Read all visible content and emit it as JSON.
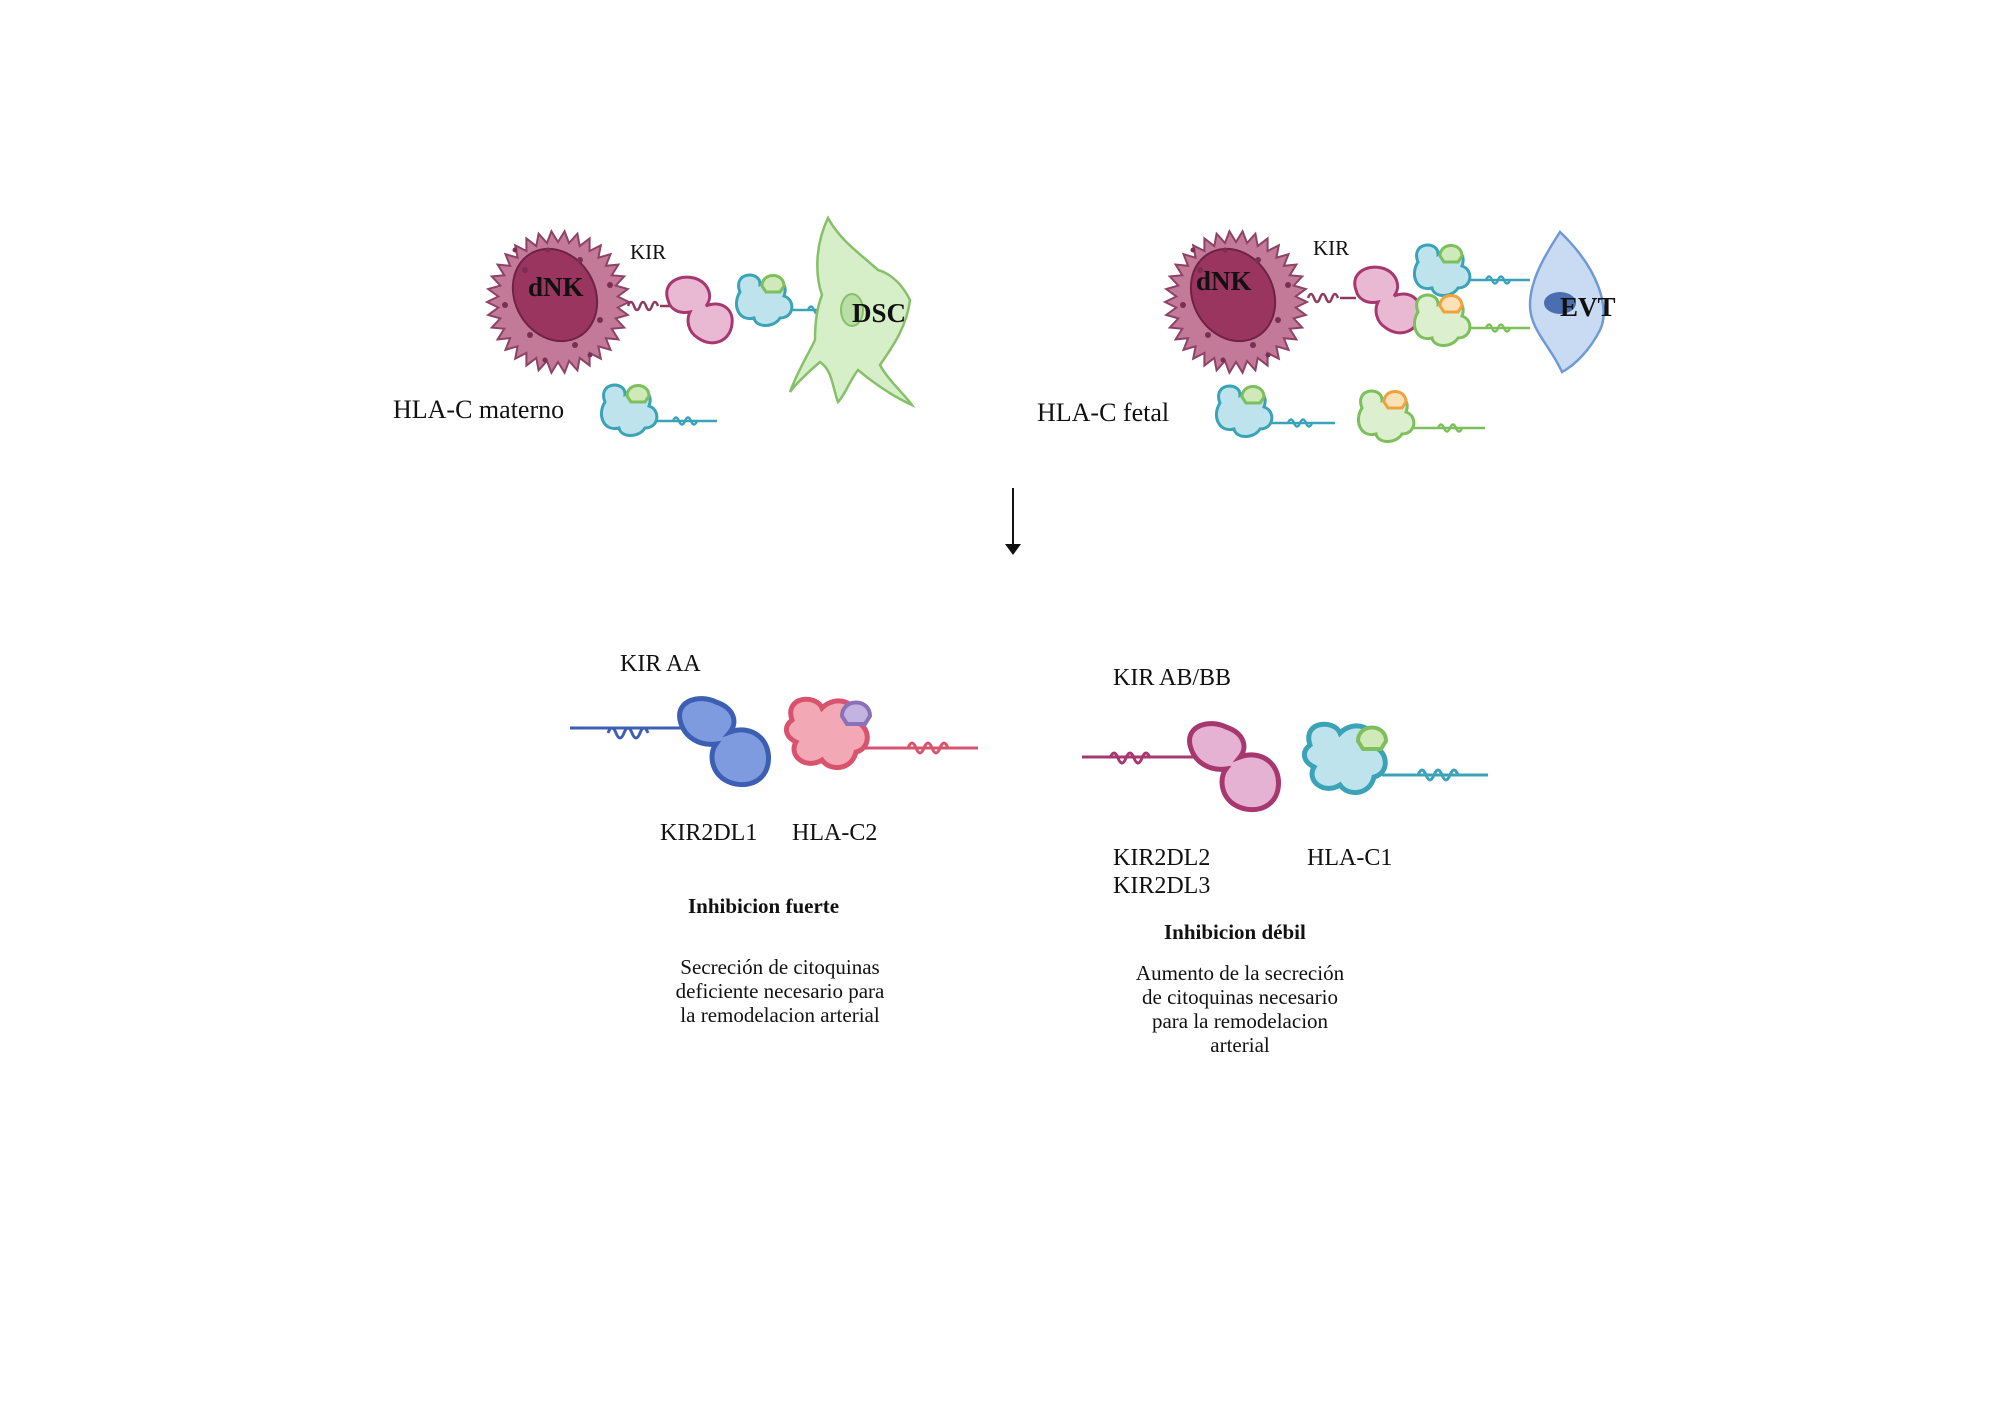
{
  "top": {
    "left_panel": {
      "cell_nk": "dNK",
      "receptor": "KIR",
      "cell_target": "DSC",
      "ligand_label": "HLA-C materno"
    },
    "right_panel": {
      "cell_nk": "dNK",
      "receptor": "KIR",
      "cell_target": "EVT",
      "ligand_label": "HLA-C fetal"
    }
  },
  "bottom": {
    "left": {
      "genotype": "KIR AA",
      "receptor": "KIR2DL1",
      "ligand": "HLA-C2",
      "outcome": "Inhibicion fuerte",
      "description": [
        "Secreción de citoquinas",
        "deficiente necesario para",
        "la remodelacion arterial"
      ]
    },
    "right": {
      "genotype": "KIR AB/BB",
      "receptor_lines": [
        "KIR2DL2",
        "KIR2DL3"
      ],
      "ligand": "HLA-C1",
      "outcome": "Inhibicion débil",
      "description": [
        "Aumento de la secreción",
        "de citoquinas  necesario",
        "para la remodelacion",
        "arterial"
      ]
    }
  },
  "colors": {
    "nk_cell": "#b0607e",
    "kir_magenta": "#a7386f",
    "hla_teal": "#3aa3b8",
    "hla_green": "#7cbf5c",
    "hla_orange": "#f0a23c",
    "dsc_cell": "#d6efc8",
    "evt_cell": "#c9dbf2",
    "kir2dl1_blue": "#3d5fb3",
    "hla_c2_pink": "#d9536f",
    "hla_c2_violet": "#8a72b8"
  }
}
